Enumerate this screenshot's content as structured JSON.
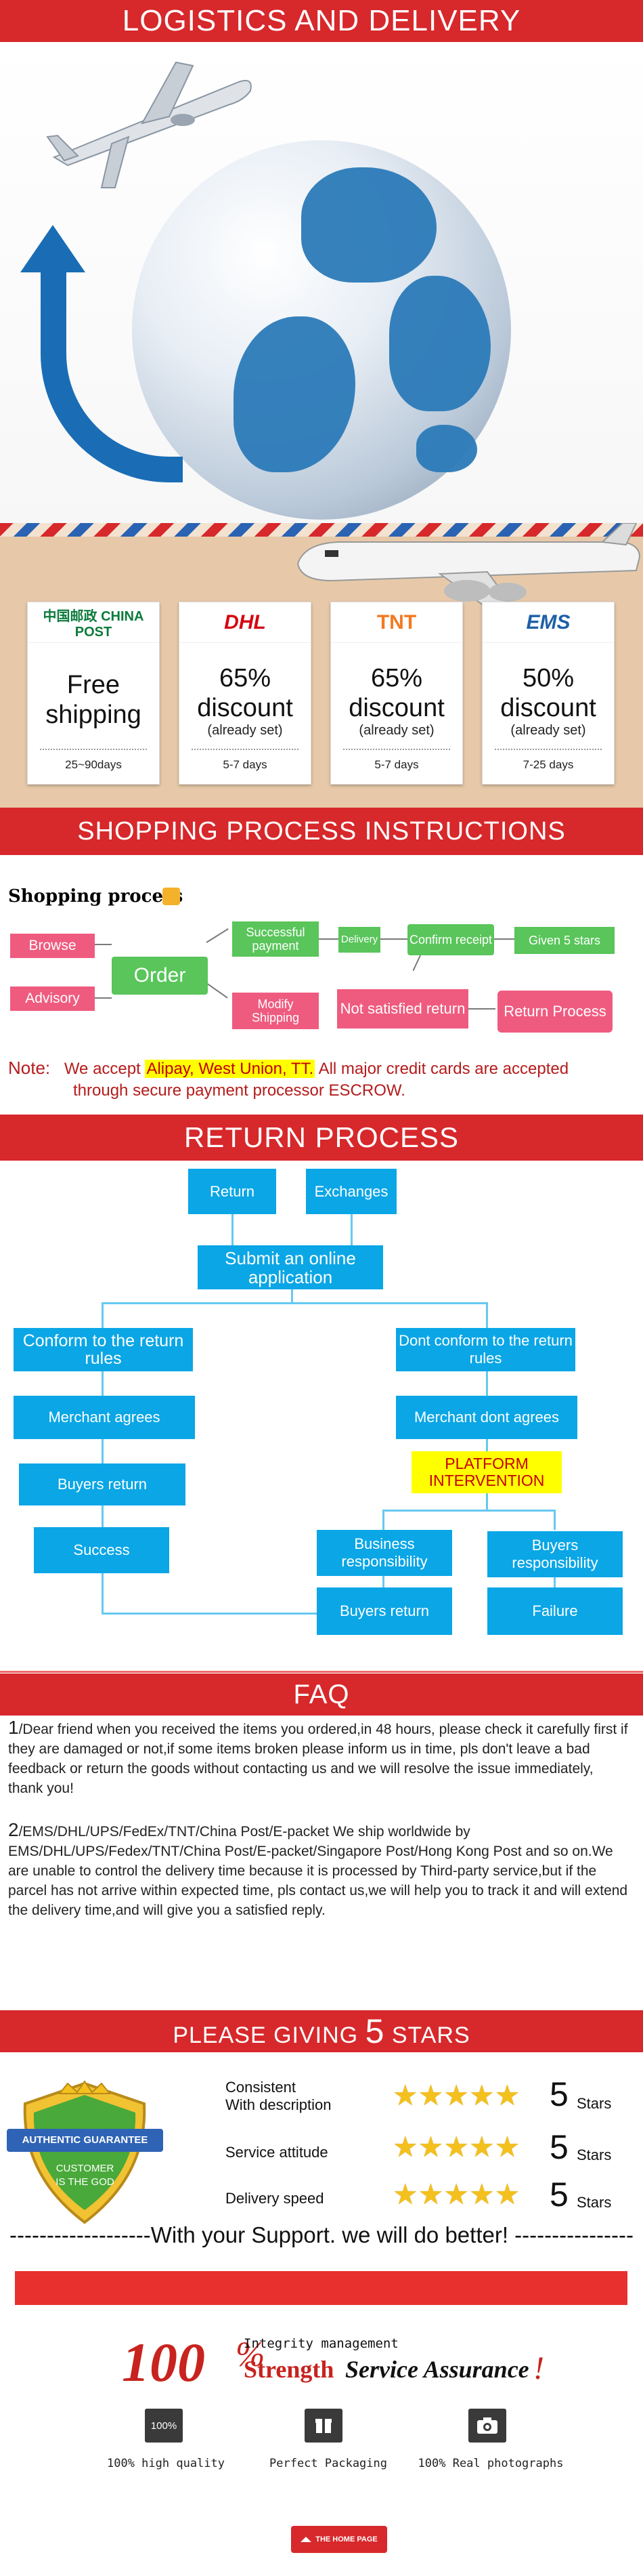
{
  "logistics": {
    "title": "LOGISTICS AND DELIVERY"
  },
  "carriers": [
    {
      "logo": "中国邮政 CHINA POST",
      "main": "Free",
      "main2": "shipping",
      "sub": "",
      "days": "25~90days",
      "logo_color": "#0b7a3b"
    },
    {
      "logo": "DHL",
      "main": "65%",
      "main2": "discount",
      "sub": "(already set)",
      "days": "5-7 days",
      "logo_color": "#d40511"
    },
    {
      "logo": "TNT",
      "main": "65%",
      "main2": "discount",
      "sub": "(already set)",
      "days": "5-7 days",
      "logo_color": "#f47920"
    },
    {
      "logo": "EMS",
      "main": "50%",
      "main2": "discount",
      "sub": "(already set)",
      "days": "7-25 days",
      "logo_color": "#1d5fa8"
    }
  ],
  "shopping": {
    "banner": "SHOPPING PROCESS INSTRUCTIONS",
    "title": "Shopping process",
    "browse": "Browse",
    "advisory": "Advisory",
    "order": "Order",
    "successful_payment": "Successful payment",
    "delivery": "Delivery",
    "confirm_receipt": "Confirm receipt",
    "given_stars": "Given 5 stars",
    "modify_shipping": "Modify Shipping",
    "not_satisfied": "Not satisfied return",
    "return_process": "Return Process"
  },
  "note": {
    "label": "Note:",
    "before": "We accept ",
    "highlight": "Alipay, West Union, TT.",
    "after": " All major credit cards are accepted",
    "line2": "through secure payment processor ESCROW."
  },
  "return": {
    "banner": "RETURN PROCESS",
    "return": "Return",
    "exchanges": "Exchanges",
    "submit": "Submit an online application",
    "conform": "Conform to the return rules",
    "dont_conform": "Dont conform to the return rules",
    "merchant_agrees": "Merchant agrees",
    "merchant_dont": "Merchant dont agrees",
    "platform": "PLATFORM INTERVENTION",
    "buyers_return": "Buyers return",
    "success": "Success",
    "business_resp": "Business responsibility",
    "buyers_resp": "Buyers responsibility",
    "buyers_return2": "Buyers return",
    "failure": "Failure"
  },
  "faq": {
    "banner": "FAQ",
    "q1_num": "1",
    "q1": "/Dear friend when you received the items you ordered,in 48 hours, please check it carefully first if they are damaged or not,if some items broken please inform us in time, pls don't leave a bad feedback or return the goods without contacting us and we will resolve the issue immediately, thank you!",
    "q2_num": "2",
    "q2": "/EMS/DHL/UPS/FedEx/TNT/China Post/E-packet  We ship worldwide by EMS/DHL/UPS/Fedex/TNT/China Post/E-packet/Singapore Post/Hong Kong Post and so on.We are unable to control the delivery time because it is processed by Third-party service,but if the parcel has  not arrive within expected time, pls contact us,we will help you to track it and will extend the delivery time,and will give you a satisfied reply."
  },
  "stars": {
    "banner_pre": "PLEASE GIVING ",
    "banner_num": "5",
    "banner_post": " STARS",
    "badge_top": "AUTHENTIC GUARANTEE",
    "badge_line1": "CUSTOMER",
    "badge_line2": "IS THE GOD",
    "rows": [
      {
        "label": "Consistent",
        "label2": "With description",
        "stars": 5,
        "num": "5",
        "word": "Stars"
      },
      {
        "label": "Service attitude",
        "label2": "",
        "stars": 5,
        "num": "5",
        "word": "Stars"
      },
      {
        "label": "Delivery speed",
        "label2": "",
        "stars": 5,
        "num": "5",
        "word": "Stars"
      }
    ],
    "support": "-------------------With your Support. we will do better! ----------------"
  },
  "assurance": {
    "hundred": "100",
    "percent": "%",
    "integrity": "Integrity management",
    "strength": "Strength",
    "service": "Service Assurance",
    "features": [
      {
        "icon": "100%",
        "label": "100% high quality"
      },
      {
        "icon": "",
        "label": "Perfect Packaging"
      },
      {
        "icon": "",
        "label": "100% Real photographs"
      }
    ],
    "home": "THE HOME PAGE"
  },
  "colors": {
    "red": "#d7282b",
    "blue": "#0aa6e6",
    "pink": "#ef5b7f",
    "green": "#59c55a",
    "gold": "#f4c01e"
  }
}
